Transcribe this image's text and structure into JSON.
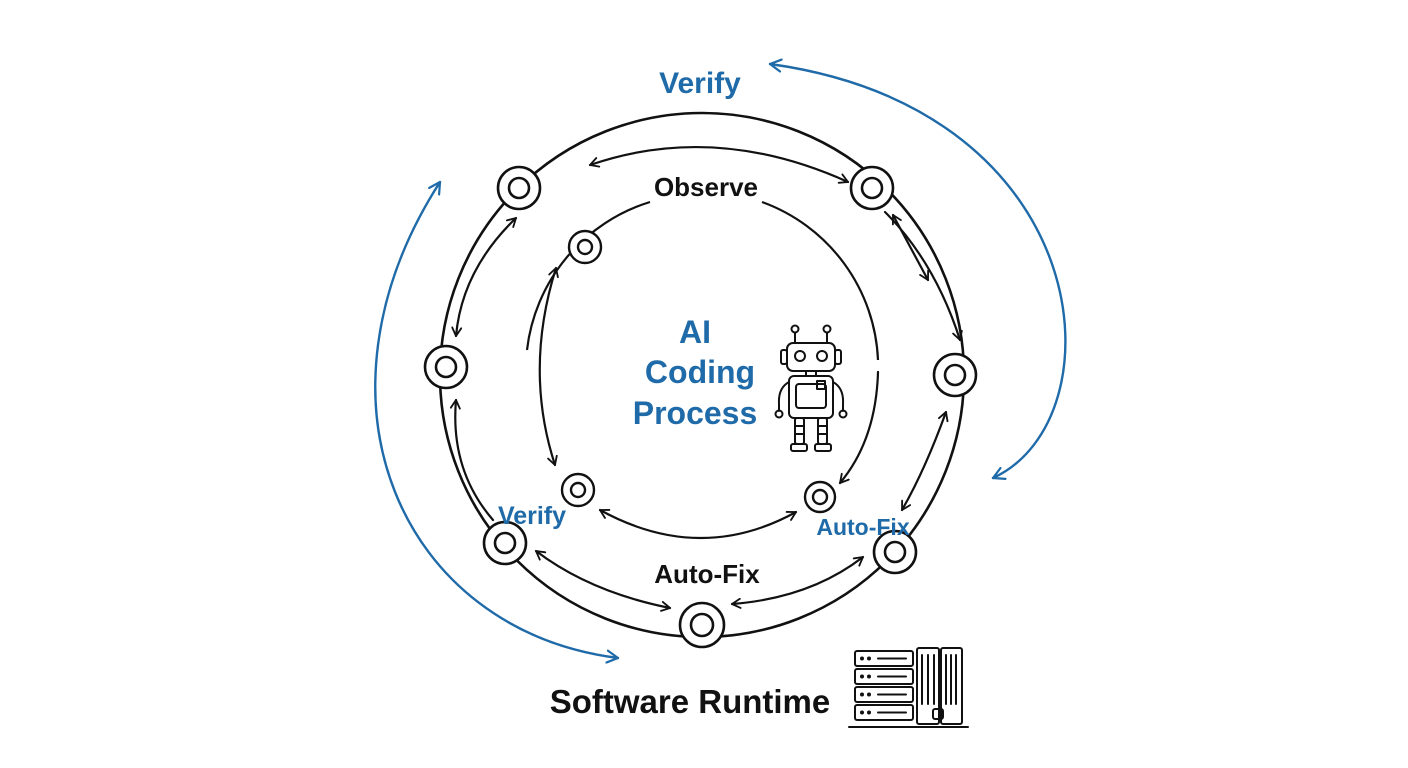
{
  "diagram": {
    "outer_top_label": "Verify",
    "inner_top_label": "Observe",
    "center_title": [
      "AI",
      "Coding",
      "Process"
    ],
    "left_label": "Verify",
    "right_label": "Auto-Fix",
    "bottom_label": "Auto-Fix",
    "runtime_label": "Software Runtime",
    "icons": [
      "robot-icon",
      "server-rack-icon"
    ],
    "colors": {
      "accent": "#1f6aa8",
      "ink": "#111111",
      "background": "#ffffff"
    }
  }
}
